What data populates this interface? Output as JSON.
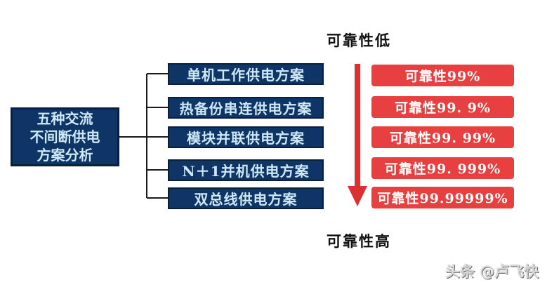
{
  "root": {
    "lines": [
      "五种交流",
      "不间断供电",
      "方案分析"
    ]
  },
  "schemes": [
    {
      "label": "单机工作供电方案",
      "reliability": "可靠性99%"
    },
    {
      "label": "热备份串连供电方案",
      "reliability": "可靠性99. 9%"
    },
    {
      "label": "模块并联供电方案",
      "reliability": "可靠性99. 99%"
    },
    {
      "label": "N＋1并机供电方案",
      "reliability": "可靠性99. 999%"
    },
    {
      "label": "双总线供电方案",
      "reliability": "可靠性99.99999%"
    }
  ],
  "axis": {
    "top_label": "可靠性低",
    "bottom_label": "可靠性高"
  },
  "watermark": "头条 @卢飞快",
  "colors": {
    "scheme_box": "#0e3566",
    "scheme_border": "#0a1f3d",
    "scheme_text": "#cfe8f6",
    "reliability_box": "#e84040",
    "reliability_text": "#ffffff",
    "arrow": "#dd3032",
    "connector": "#1a1a1a"
  }
}
